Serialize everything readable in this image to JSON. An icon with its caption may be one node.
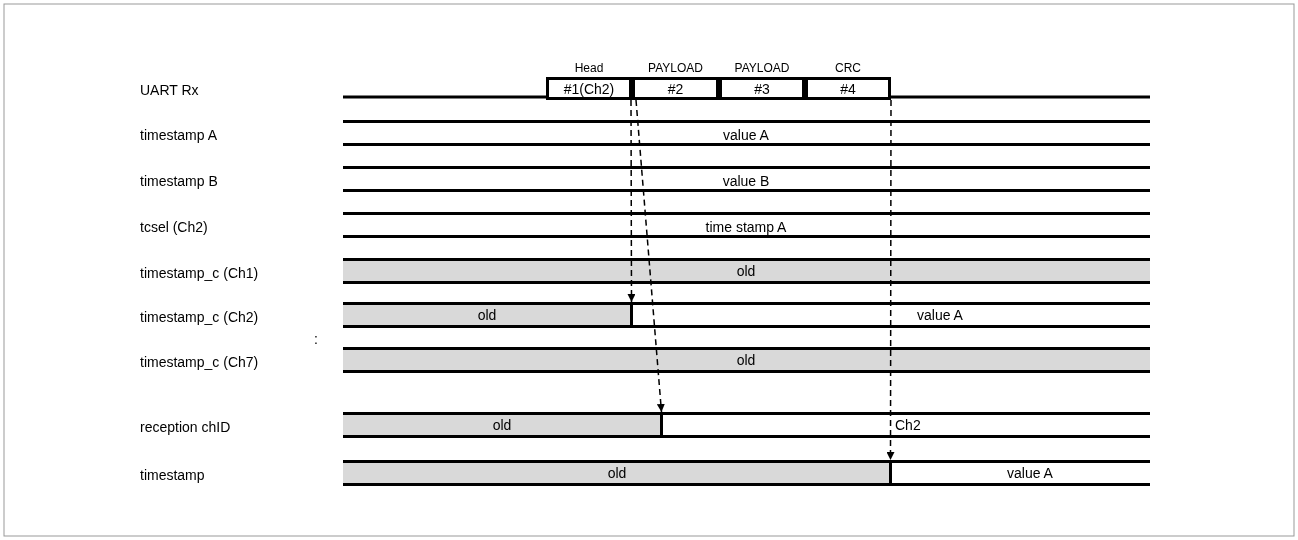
{
  "diagram": {
    "nodes": [
      {
        "text": [
          "#1(Ch2)"
        ],
        "beside": [
          "Head"
        ]
      },
      {
        "text": [
          "#2"
        ],
        "beside": [
          "PAYLOAD"
        ]
      },
      {
        "text": [
          "#3"
        ],
        "beside": [
          "PAYLOAD"
        ]
      },
      {
        "text": [
          "#4"
        ],
        "beside": [
          "CRC"
        ]
      },
      {
        "text": [],
        "shape": "bar"
      },
      {
        "text": [],
        "shape": "bar"
      },
      {
        "text": [],
        "shape": "bar"
      }
    ],
    "edges": [
      {
        "from": 0,
        "to": 4,
        "arrow": "to",
        "style": "dashed"
      },
      {
        "from": 0,
        "to": 5,
        "arrow": "to",
        "style": "dashed"
      },
      {
        "from": 3,
        "to": 6,
        "arrow": "to",
        "style": "dashed"
      }
    ],
    "labels": [
      "UART Rx",
      "timestamp A",
      "value A",
      "timestamp B",
      "value B",
      "tcsel  (Ch2)",
      "time stamp A",
      "timestamp_c (Ch1)",
      "old",
      "timestamp_c (Ch2)",
      "old",
      "value A",
      ":",
      "timestamp_c (Ch7)",
      "old",
      "reception chID",
      "old",
      "Ch2",
      "timestamp",
      "old",
      "value A"
    ]
  }
}
